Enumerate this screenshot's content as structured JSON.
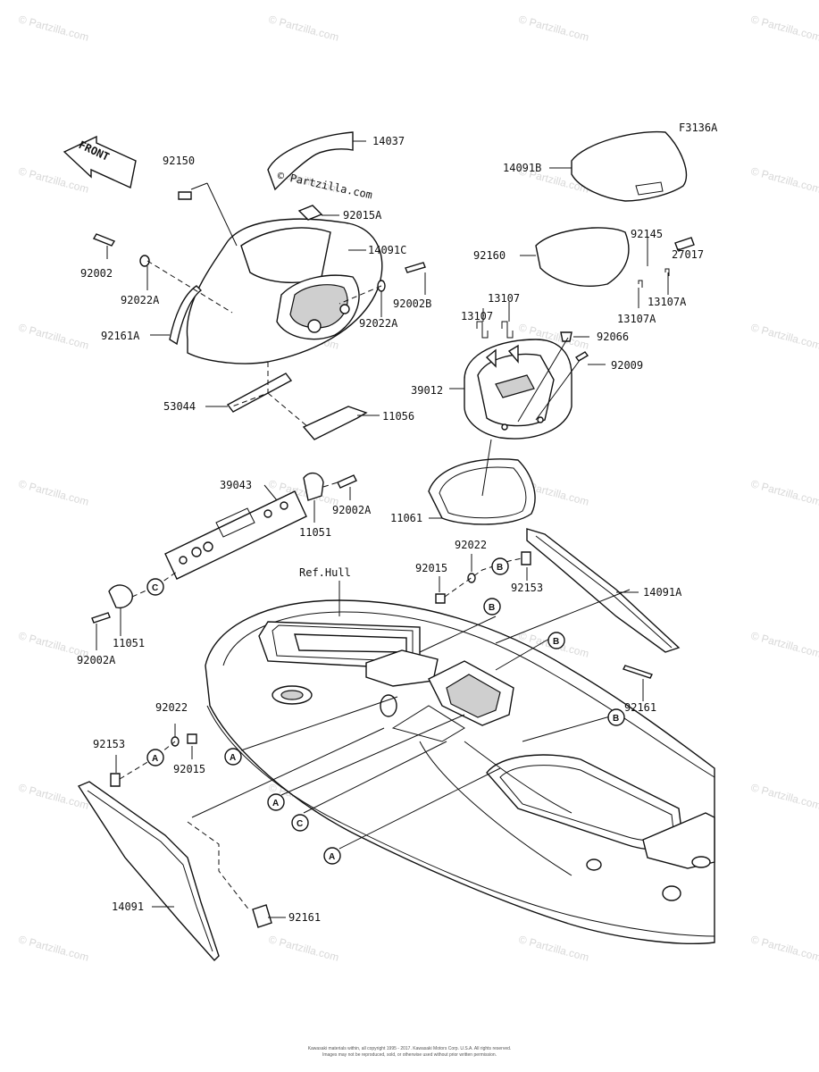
{
  "figure_code": "F3136A",
  "front_marker": "FRONT",
  "inline_watermark": "© Partzilla.com",
  "ref_label": "Ref.Hull",
  "labels": {
    "p14037": "14037",
    "p92150": "92150",
    "p92015A": "92015A",
    "p14091C": "14091C",
    "p92002": "92002",
    "p92022A_l": "92022A",
    "p92002B": "92002B",
    "p92022A_r": "92022A",
    "p92161A": "92161A",
    "p53044": "53044",
    "p11056": "11056",
    "p14091B": "14091B",
    "p92160": "92160",
    "p92145": "92145",
    "p27017": "27017",
    "p13107_a": "13107",
    "p13107_b": "13107",
    "p13107A_a": "13107A",
    "p13107A_b": "13107A",
    "p92066": "92066",
    "p92009": "92009",
    "p39012": "39012",
    "p39043": "39043",
    "p11051_a": "11051",
    "p92002A_a": "92002A",
    "p11051_b": "11051",
    "p92002A_b": "92002A",
    "p11061": "11061",
    "p92022_a": "92022",
    "p92015_a": "92015",
    "p92153_a": "92153",
    "p14091A": "14091A",
    "p92161_a": "92161",
    "p92022_b": "92022",
    "p92153_b": "92153",
    "p92015_b": "92015",
    "p14091": "14091",
    "p92161_b": "92161"
  },
  "circle_markers": {
    "A": "A",
    "B": "B",
    "C": "C"
  },
  "copyright_line1": "Kawasaki materials within, all copyright 1995 - 2017. Kawasaki Motors Corp. U.S.A. All rights reserved.",
  "copyright_line2": "Images may not be reproduced, sold, or otherwise used without prior written permission."
}
